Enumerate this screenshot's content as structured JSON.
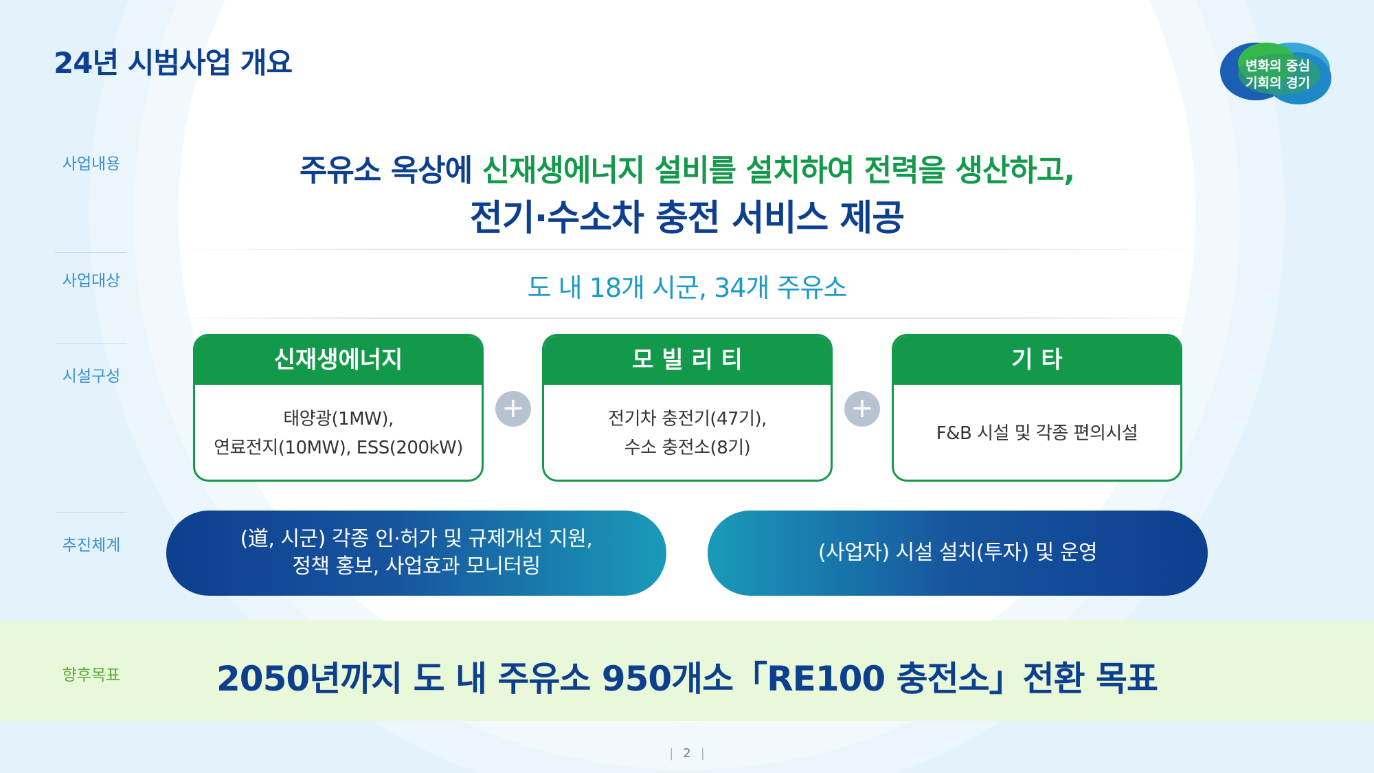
{
  "header": {
    "title": "24년 시범사업 개요"
  },
  "logo": {
    "line1": "변화의 중심",
    "line2": "기회의 경기"
  },
  "labels": {
    "content": "사업내용",
    "target": "사업대상",
    "facility": "시설구성",
    "system": "추진체계",
    "goal": "향후목표"
  },
  "content": {
    "line1_blue": "주유소 옥상에 ",
    "line1_green": "신재생에너지 설비를 설치하여 전력을 생산하고,",
    "line2": "전기·수소차 충전 서비스 제공"
  },
  "target": {
    "text": "도 내 18개 시군, 34개 주유소"
  },
  "facilities": [
    {
      "title": "신재생에너지",
      "body": "태양광(1MW),\n연료전지(10MW), ESS(200kW)"
    },
    {
      "title": "모 빌 리 티",
      "body": "전기차 충전기(47기),\n수소 충전소(8기)"
    },
    {
      "title": "기 타",
      "body": "F&B 시설 및 각종 편의시설"
    }
  ],
  "plus_symbol": "+",
  "system": {
    "left": "(道, 시군) 각종 인·허가 및 규제개선 지원,\n정책 홍보, 사업효과 모니터링",
    "right": "(사업자) 시설 설치(투자) 및 운영"
  },
  "goal": {
    "text": "2050년까지 도 내 주유소 950개소「RE100 충전소」전환 목표"
  },
  "footer": {
    "page": "2"
  },
  "colors": {
    "navy": "#0d3f8f",
    "green": "#12994a",
    "teal": "#1a9ac6",
    "goal_band": "#e9f8d8"
  }
}
